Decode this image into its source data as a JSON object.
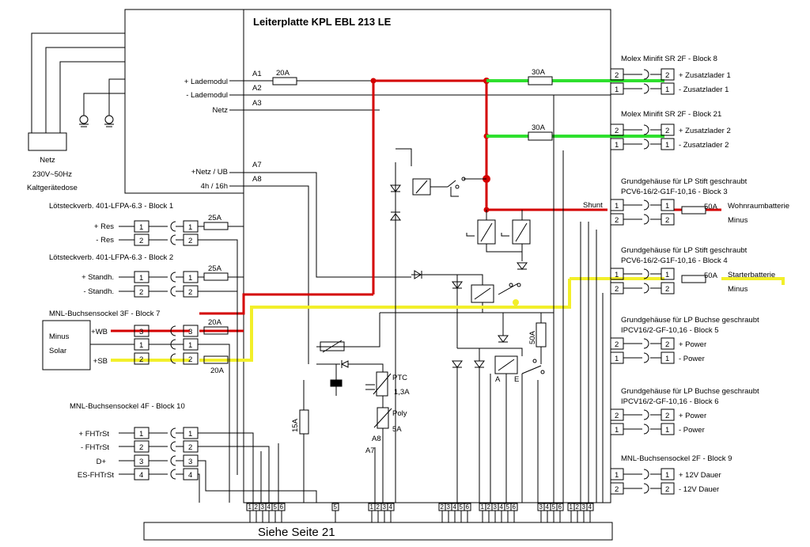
{
  "board_title": "Leiterplatte KPL EBL 213 LE",
  "footer": "Siehe Seite 21",
  "module": {
    "pins": [
      {
        "label": "+ Lademodul",
        "pin": "A1"
      },
      {
        "label": "- Lademodul",
        "pin": "A2"
      },
      {
        "label": "Netz",
        "pin": "A3"
      },
      {
        "label": "+Netz / UB",
        "pin": "A7"
      },
      {
        "label": "4h / 16h",
        "pin": "A8"
      }
    ]
  },
  "mains": {
    "l1": "Netz",
    "l2": "230V~50Hz",
    "l3": "Kaltgerätedose"
  },
  "fuses": {
    "f20a_top": "20A",
    "f30a_1": "30A",
    "f30a_2": "30A",
    "f25a_1": "25A",
    "f25a_2": "25A",
    "f20a_wb": "20A",
    "f20a_sb": "20A",
    "f15a": "15A",
    "f50a": "50A",
    "f50a_wohn": "50A",
    "f50a_start": "50A"
  },
  "components": {
    "shunt": "Shunt",
    "ptc": "PTC",
    "ptc_val": "1,3A",
    "poly": "Poly",
    "poly_val": "5A",
    "a8": "A8",
    "a7": "A7",
    "relay_a": "A",
    "relay_e": "E"
  },
  "left_blocks": [
    {
      "title": "Lötsteckverb. 401-LFPA-6.3 - Block 1",
      "rows": [
        {
          "label": "+ Res",
          "pin": "1"
        },
        {
          "label": "- Res",
          "pin": "2"
        }
      ]
    },
    {
      "title": "Lötsteckverb. 401-LFPA-6.3 - Block 2",
      "rows": [
        {
          "label": "+ Standh.",
          "pin": "1"
        },
        {
          "label": "- Standh.",
          "pin": "2"
        }
      ]
    },
    {
      "title": "MNL-Buchsensockel 3F - Block 7",
      "rows": [
        {
          "label": "+WB",
          "pin": "3"
        },
        {
          "label": "",
          "pin": "1"
        },
        {
          "label": "+SB",
          "pin": "2"
        }
      ]
    },
    {
      "title": "MNL-Buchsensockel 4F - Block 10",
      "rows": [
        {
          "label": "+ FHTrSt",
          "pin": "1"
        },
        {
          "label": "- FHTrSt",
          "pin": "2"
        },
        {
          "label": "D+",
          "pin": "3"
        },
        {
          "label": "ES-FHTrSt",
          "pin": "4"
        }
      ]
    }
  ],
  "solar": {
    "l1": "Minus",
    "l2": "Solar"
  },
  "right_blocks": [
    {
      "title": "Molex Minifit SR 2F - Block 8",
      "rows": [
        {
          "pin": "2",
          "label": "+ Zusatzlader 1"
        },
        {
          "pin": "1",
          "label": "- Zusatzlader 1"
        }
      ]
    },
    {
      "title": "Molex Minifit SR 2F - Block 21",
      "rows": [
        {
          "pin": "2",
          "label": "+ Zusatzlader 2"
        },
        {
          "pin": "1",
          "label": "- Zusatzlader 2"
        }
      ]
    },
    {
      "title": "Grundgehäuse für LP Stift geschraubt",
      "sub": "PCV6-16/2-G1F-10,16 - Block 3",
      "rows": [
        {
          "pin": "1",
          "label": "Wohnraumbatterie"
        },
        {
          "pin": "2",
          "label": "Minus"
        }
      ]
    },
    {
      "title": "Grundgehäuse für LP Stift geschraubt",
      "sub": "PCV6-16/2-G1F-10,16 - Block 4",
      "rows": [
        {
          "pin": "1",
          "label": "Starterbatterie"
        },
        {
          "pin": "2",
          "label": "Minus"
        }
      ]
    },
    {
      "title": "Grundgehäuse für LP Buchse geschraubt",
      "sub": "IPCV16/2-GF-10,16 - Block 5",
      "rows": [
        {
          "pin": "2",
          "label": "+ Power"
        },
        {
          "pin": "1",
          "label": "- Power"
        }
      ]
    },
    {
      "title": "Grundgehäuse für LP Buchse geschraubt",
      "sub": "IPCV16/2-GF-10,16 - Block 6",
      "rows": [
        {
          "pin": "2",
          "label": "+ Power"
        },
        {
          "pin": "1",
          "label": "- Power"
        }
      ]
    },
    {
      "title": "MNL-Buchsensockel 2F - Block 9",
      "rows": [
        {
          "pin": "1",
          "label": "+ 12V Dauer"
        },
        {
          "pin": "2",
          "label": "- 12V Dauer"
        }
      ]
    }
  ],
  "bottom_groups": [
    {
      "pins": [
        "1",
        "2",
        "3",
        "4",
        "5",
        "6"
      ]
    },
    {
      "pins": [
        "5"
      ]
    },
    {
      "pins": [
        "1",
        "2",
        "3",
        "4"
      ]
    },
    {
      "pins": [
        "2",
        "3",
        "4",
        "5",
        "6"
      ]
    },
    {
      "pins": [
        "1",
        "2",
        "3",
        "4",
        "5",
        "6"
      ]
    },
    {
      "pins": [
        "3",
        "4",
        "5",
        "6"
      ]
    },
    {
      "pins": [
        "1",
        "2",
        "3",
        "4"
      ]
    }
  ]
}
